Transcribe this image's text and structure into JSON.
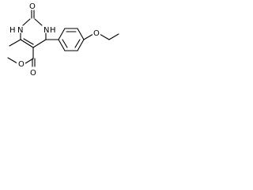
{
  "molecule": {
    "atoms": {
      "carbonyl_o": "O",
      "n1": "N",
      "n1_h": "H",
      "n3": "N",
      "n3_h": "H",
      "ester_o_carbonyl": "O",
      "ester_o_methoxy": "O",
      "ether_o": "O"
    }
  },
  "colors": {
    "bond": "#000000",
    "label": "#000000",
    "background": "#ffffff"
  }
}
